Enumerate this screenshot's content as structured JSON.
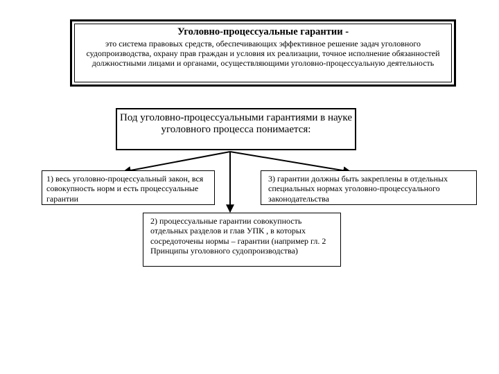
{
  "definition": {
    "title": "Уголовно-процессуальные гарантии -",
    "text": "это система правовых средств, обеспечивающих эффективное решение задач уголовного судопроизводства, охрану прав граждан и условия их реализации, точное исполнение обязанностей должностными лицами и органами, осуществляющими уголовно-процессуальную деятельность"
  },
  "center": {
    "text": "Под уголовно-процессуальными гарантиями в науке уголовного процесса понимается:"
  },
  "items": [
    {
      "number": "1)",
      "text": "весь уголовно-процессуальный закон,  вся совокупность норм и есть процессуальные гарантии"
    },
    {
      "number": "2)",
      "text": "процессуальные гарантии совокупность отдельных разделов и глав УПК , в которых сосредоточены нормы – гарантии (например гл. 2 Принципы уголовного судопроизводства)"
    },
    {
      "number": "3)",
      "text": "гарантии должны быть закреплены в отдельных специальных нормах  уголовно-процессуального законодательства"
    }
  ]
}
